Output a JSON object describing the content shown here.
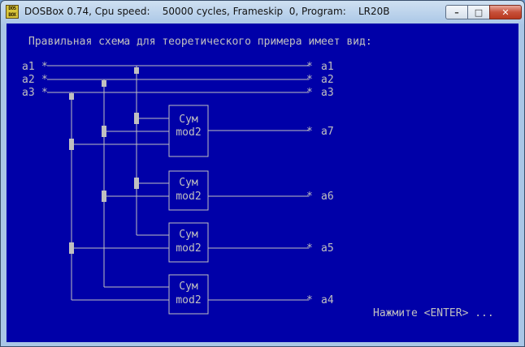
{
  "window": {
    "title": "DOSBox 0.74, Cpu speed:    50000 cycles, Frameskip  0, Program:    LR20B",
    "icon_label": "DOS BOX",
    "minimize_label": "–",
    "maximize_label": "□",
    "close_label": "✕"
  },
  "dos": {
    "heading": "Правильная схема для теоретического примера имеет вид:",
    "inputs": [
      {
        "label": "a1",
        "marker": "*"
      },
      {
        "label": "a2",
        "marker": "*"
      },
      {
        "label": "a3",
        "marker": "*"
      }
    ],
    "outputs": [
      {
        "label": "a1",
        "marker": "*"
      },
      {
        "label": "a2",
        "marker": "*"
      },
      {
        "label": "a3",
        "marker": "*"
      },
      {
        "label": "a7",
        "marker": "*"
      },
      {
        "label": "a6",
        "marker": "*"
      },
      {
        "label": "a5",
        "marker": "*"
      },
      {
        "label": "a4",
        "marker": "*"
      }
    ],
    "blocks": [
      {
        "line1": "Сум",
        "line2": "mod2"
      },
      {
        "line1": "Сум",
        "line2": "mod2"
      },
      {
        "line1": "Сум",
        "line2": "mod2"
      },
      {
        "line1": "Сум",
        "line2": "mod2"
      }
    ],
    "prompt": "Нажмите <ENTER> ..."
  },
  "colors": {
    "dos_background": "#0000a8",
    "dos_foreground": "#c0c0c0"
  }
}
